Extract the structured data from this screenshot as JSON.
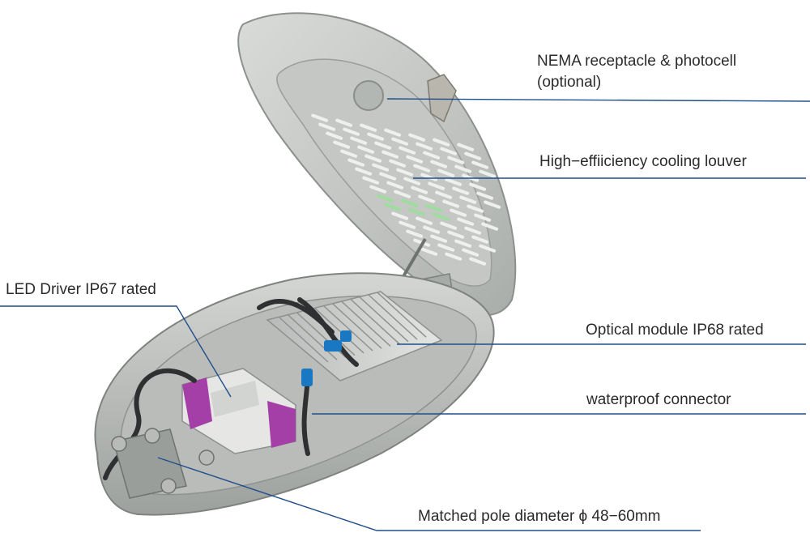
{
  "callouts": {
    "nema": {
      "line1": "NEMA receptacle & photocell",
      "line2": "(optional)"
    },
    "louver": {
      "text": "High−effiiciency cooling louver"
    },
    "driver": {
      "text": "LED Driver IP67 rated"
    },
    "optical": {
      "text": "Optical module IP68 rated"
    },
    "connector": {
      "text": "waterproof connector"
    },
    "pole": {
      "text": "Matched pole diameter ϕ 48−60mm"
    }
  },
  "colors": {
    "leader_line": "#1f4e8c",
    "housing": "#c9ccc9",
    "housing_dark": "#8e928f",
    "driver_accent": "#a53fa8",
    "connector_accent": "#1a78c2",
    "louver_green": "#9fdc9f"
  }
}
